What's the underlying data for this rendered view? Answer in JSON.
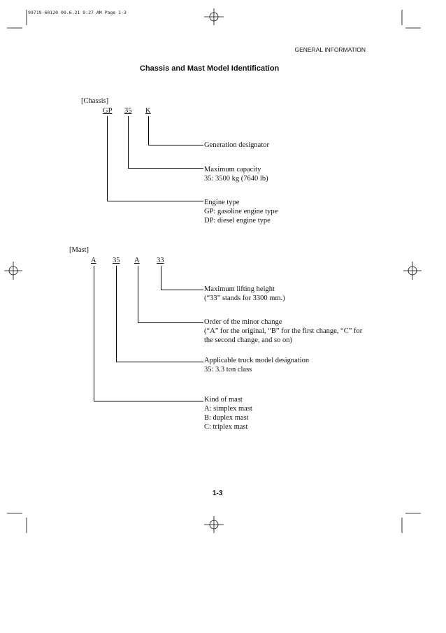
{
  "print_slug": "99719-60120   00.6.21   9:27 AM   Page 1-3",
  "header_section": "GENERAL INFORMATION",
  "title": "Chassis and Mast Model Identification",
  "chassis": {
    "label": "[Chassis]",
    "codes": [
      "GP",
      "35",
      "K"
    ],
    "descriptions": [
      {
        "lines": [
          "Generation designator"
        ]
      },
      {
        "lines": [
          "Maximum capacity",
          "35: 3500 kg (7640 lb)"
        ]
      },
      {
        "lines": [
          "Engine type",
          "GP: gasoline engine type",
          "DP: diesel engine type"
        ]
      }
    ]
  },
  "mast": {
    "label": "[Mast]",
    "codes": [
      "A",
      "35",
      "A",
      "33"
    ],
    "descriptions": [
      {
        "lines": [
          "Maximum lifting height",
          "(“33” stands for 3300 mm.)"
        ]
      },
      {
        "lines": [
          "Order of the minor change",
          "(“A” for the original, “B” for the first change, “C” for",
          "the second change, and so on)"
        ]
      },
      {
        "lines": [
          "Applicable truck model designation",
          "35: 3.3 ton class"
        ]
      },
      {
        "lines": [
          "Kind of mast",
          "A: simplex mast",
          "B: duplex mast",
          "C: triplex mast"
        ]
      }
    ]
  },
  "page_number": "1-3"
}
